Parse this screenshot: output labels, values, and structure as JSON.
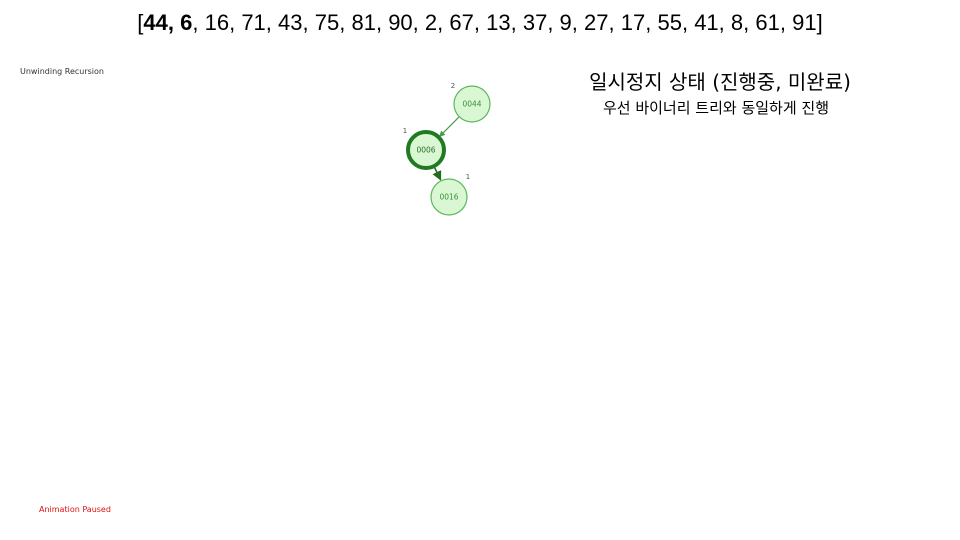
{
  "sequence": {
    "open": "[",
    "highlighted": [
      "44",
      "6"
    ],
    "rest": [
      "16",
      "71",
      "43",
      "75",
      "81",
      "90",
      "2",
      "67",
      "13",
      "37",
      "9",
      "27",
      "17",
      "55",
      "41",
      "8",
      "61",
      "91"
    ],
    "close": "]"
  },
  "status_label": "Unwinding Recursion",
  "animation_status": "Animation Paused",
  "caption": {
    "title": "일시정지 상태 (진행중, 미완료)",
    "subtitle": "우선 바이너리 트리와 동일하게 진행"
  },
  "tree": {
    "nodes": [
      {
        "id": "n44",
        "label": "0044",
        "height": "2",
        "active": false
      },
      {
        "id": "n6",
        "label": "0006",
        "height": "1",
        "active": true
      },
      {
        "id": "n16",
        "label": "0016",
        "height": "1",
        "active": false
      }
    ],
    "edges": [
      {
        "from": "n44",
        "to": "n6",
        "active": false
      },
      {
        "from": "n6",
        "to": "n16",
        "active": true
      }
    ]
  },
  "colors": {
    "node_fill": "#d9f7d3",
    "node_stroke": "#5cb85c",
    "active_stroke": "#217a21",
    "paused_text": "#e01010"
  }
}
